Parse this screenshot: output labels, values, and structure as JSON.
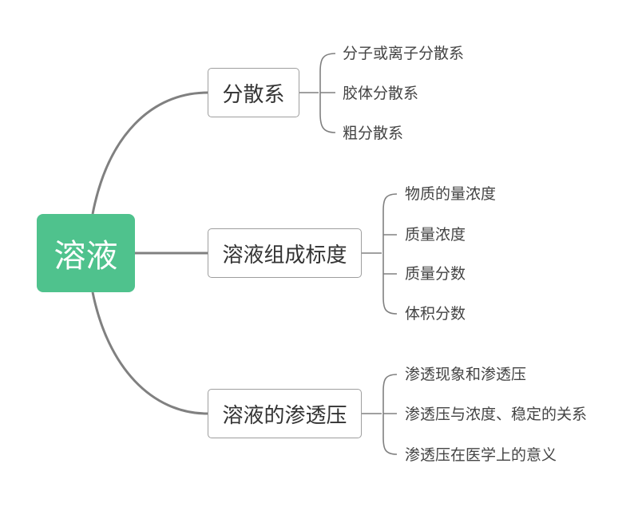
{
  "root": {
    "label": "溶液"
  },
  "branches": [
    {
      "label": "分散系",
      "children": [
        "分子或离子分散系",
        "胶体分散系",
        "粗分散系"
      ]
    },
    {
      "label": "溶液组成标度",
      "children": [
        "物质的量浓度",
        "质量浓度",
        "质量分数",
        "体积分数"
      ]
    },
    {
      "label": "溶液的渗透压",
      "children": [
        "渗透现象和渗透压",
        "渗透压与浓度、稳定的关系",
        "渗透压在医学上的意义"
      ]
    }
  ],
  "colors": {
    "root_fill": "#4fc28d",
    "line": "#808080",
    "node_border": "#9e9e9e"
  }
}
